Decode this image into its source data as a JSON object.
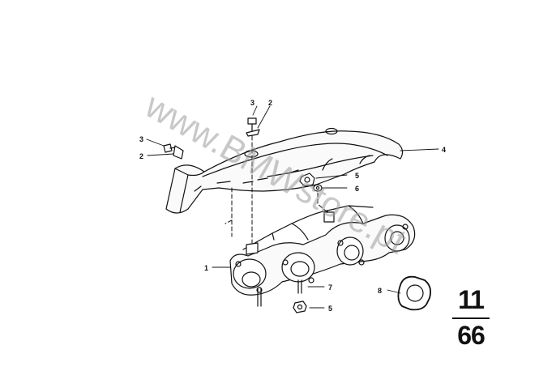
{
  "diagram": {
    "callouts": {
      "c1": "1",
      "c2a": "2",
      "c2b": "2",
      "c3a": "3",
      "c3b": "3",
      "c4": "4",
      "c5a": "5",
      "c5b": "5",
      "c6": "6",
      "c7": "7",
      "c8": "8"
    },
    "watermark": "www.BMWstore.pt",
    "reference": {
      "top": "11",
      "bottom": "66"
    }
  }
}
